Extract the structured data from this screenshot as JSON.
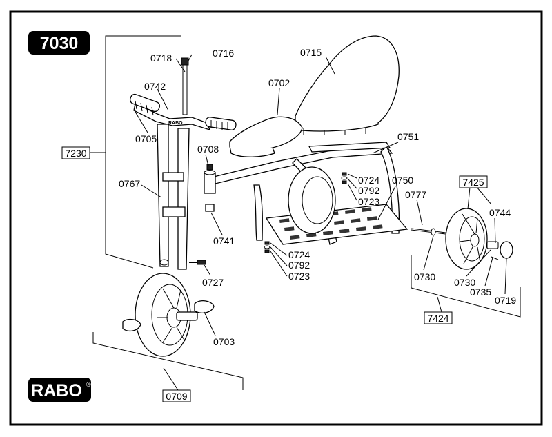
{
  "model": "7030",
  "brand": "RABO",
  "brand_mark": "®",
  "handlebar_brand": "RABO",
  "labels": {
    "p0716": "0716",
    "p0718": "0718",
    "p0715": "0715",
    "p0702": "0702",
    "p0742": "0742",
    "p0705": "0705",
    "p0708": "0708",
    "p0751": "0751",
    "p0724a": "0724",
    "p0792a": "0792",
    "p0723a": "0723",
    "p0750": "0750",
    "p0777": "0777",
    "p0767": "0767",
    "p0741": "0741",
    "p0744": "0744",
    "p0724b": "0724",
    "p0792b": "0792",
    "p0723b": "0723",
    "p0727": "0727",
    "p0730a": "0730",
    "p0730b": "0730",
    "p0735": "0735",
    "p0719": "0719",
    "p0703": "0703"
  },
  "assemblies": {
    "a7230": "7230",
    "a7425": "7425",
    "a7424": "7424",
    "a0709": "0709"
  }
}
